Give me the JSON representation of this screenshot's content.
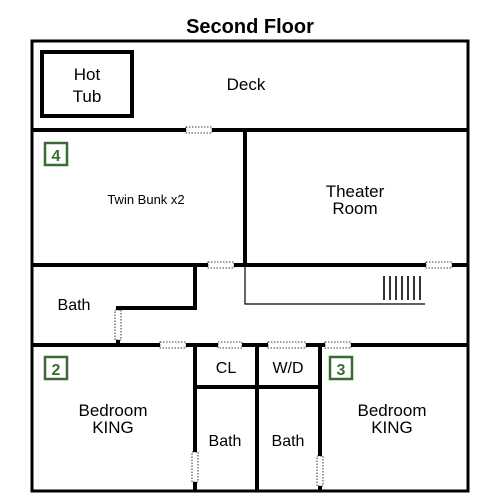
{
  "title": "Second Floor",
  "colors": {
    "wall": "#000000",
    "door": "#ffffff",
    "badge": "#3a6b35"
  },
  "rooms": {
    "hot_tub": [
      "Hot",
      "Tub"
    ],
    "deck": "Deck",
    "bunk_room": "Twin Bunk x2",
    "theater": [
      "Theater",
      "Room"
    ],
    "bath_left": "Bath",
    "closet": "CL",
    "washer_dryer": "W/D",
    "bedroom_left": [
      "Bedroom",
      "KING"
    ],
    "bedroom_right": [
      "Bedroom",
      "KING"
    ],
    "bath_mid_left": "Bath",
    "bath_mid_right": "Bath"
  },
  "badges": {
    "bunk_room": "4",
    "bedroom_left": "2",
    "bedroom_right": "3"
  }
}
